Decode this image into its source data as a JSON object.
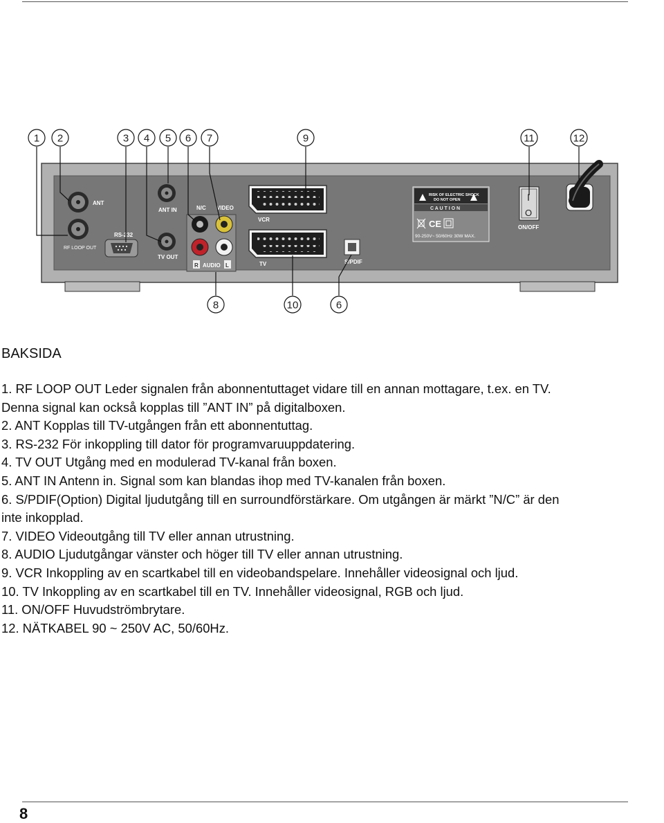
{
  "diagram": {
    "callouts": [
      "1",
      "2",
      "3",
      "4",
      "5",
      "6",
      "7",
      "9",
      "11",
      "12",
      "8",
      "10",
      "6"
    ],
    "labels": {
      "ant": "ANT",
      "rf_loop_out": "RF LOOP OUT",
      "rs232": "RS-232",
      "ant_in": "ANT IN",
      "tv_out": "TV OUT",
      "nc": "N/C",
      "video": "VIDEO",
      "r": "R",
      "audio": "AUDIO",
      "l": "L",
      "vcr": "VCR",
      "tv": "TV",
      "spdif": "S/PDIF",
      "warn1": "RISK OF ELECTRIC SHOCK",
      "warn2": "DO NOT OPEN",
      "caution": "C A U T I O N",
      "ce": "CE",
      "rating": "90-250V~ 50/60Hz  30W MAX.",
      "switch_on": "I",
      "switch_off": "O",
      "onoff": "ON/OFF"
    }
  },
  "section_title": "BAKSIDA",
  "items": [
    "1. RF LOOP OUT Leder signalen från abonnentuttaget vidare till en annan mottagare, t.ex. en TV.",
    "Denna signal kan också kopplas till ”ANT IN” på digitalboxen.",
    "2. ANT Kopplas till TV-utgången från ett abonnentuttag.",
    "3. RS-232 För inkoppling till dator för programvaruuppdatering.",
    "4. TV OUT Utgång med en modulerad TV-kanal från boxen.",
    "5. ANT IN Antenn in. Signal som kan blandas ihop med TV-kanalen från boxen.",
    "6. S/PDIF(Option) Digital ljudutgång till en surroundförstärkare. Om utgången är märkt ”N/C” är den",
    "inte inkopplad.",
    "7. VIDEO Videoutgång till TV eller annan utrustning.",
    "8. AUDIO Ljudutgångar vänster och höger till TV eller annan utrustning.",
    "9. VCR Inkoppling av en scartkabel till en videobandspelare. Innehåller videosignal och ljud.",
    "10. TV Inkoppling av en scartkabel till en TV. Innehåller videosignal, RGB och ljud.",
    "11. ON/OFF Huvudströmbrytare.",
    "12. NÄTKABEL 90 ~ 250V AC, 50/60Hz."
  ],
  "page_number": "8"
}
